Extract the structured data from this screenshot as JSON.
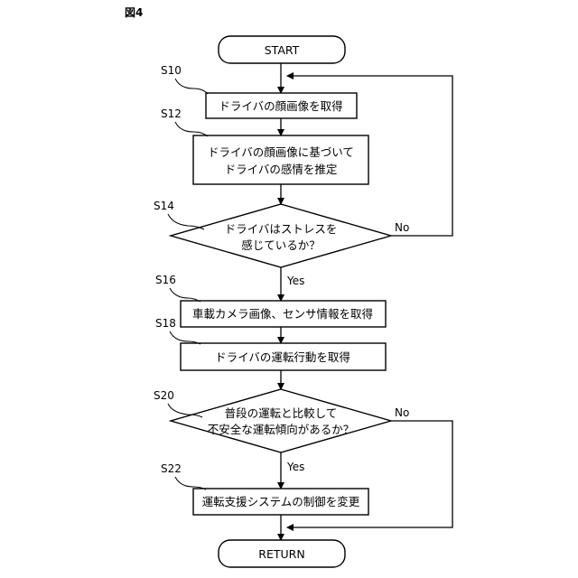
{
  "figure_label": "図4",
  "nodes": {
    "start": "START",
    "s10": "ドライバの顔画像を取得",
    "s12": [
      "ドライバの顔画像に基づいて",
      "ドライバの感情を推定"
    ],
    "s14": [
      "ドライバはストレスを",
      "感じているか？"
    ],
    "s16": "車載カメラ画像、センサ情報を取得",
    "s18": "ドライバの運転行動を取得",
    "s20": [
      "普段の運転と比較して",
      "不安全な運転傾向があるか？"
    ],
    "s22": "運転支援システムの制御を変更",
    "end": "RETURN"
  },
  "steps": {
    "s10": "S10",
    "s12": "S12",
    "s14": "S14",
    "s16": "S16",
    "s18": "S18",
    "s20": "S20",
    "s22": "S22"
  },
  "branches": {
    "s14_yes": "Yes",
    "s14_no": "No",
    "s20_yes": "Yes",
    "s20_no": "No"
  }
}
